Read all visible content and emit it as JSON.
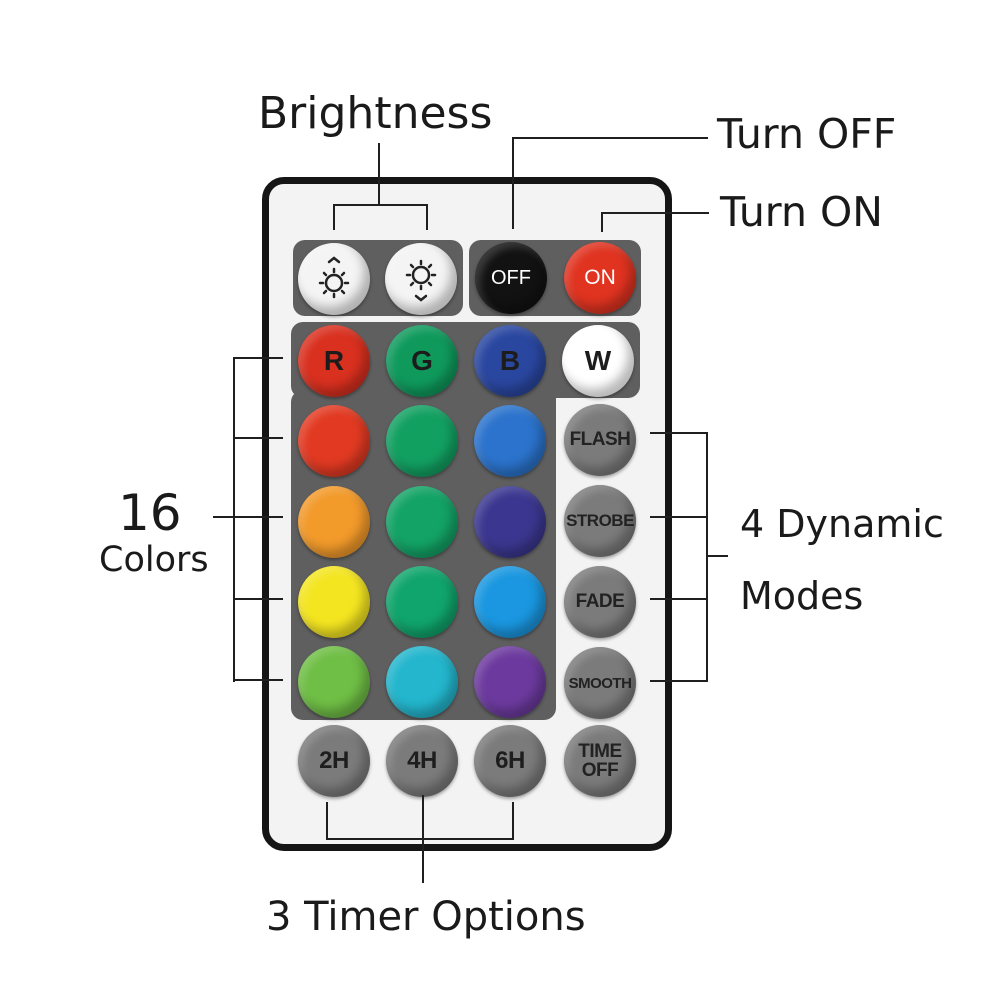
{
  "labels": {
    "brightness": "Brightness",
    "turn_off": "Turn OFF",
    "turn_on": "Turn ON",
    "colors_count": "16",
    "colors_word": "Colors",
    "dynamic_line1": "4 Dynamic",
    "dynamic_line2": "Modes",
    "timer_options": "3 Timer Options"
  },
  "remote": {
    "brightness_up_icon": "sun-up-icon",
    "brightness_down_icon": "sun-down-icon",
    "off": "OFF",
    "on": "ON",
    "rgbw": [
      {
        "label": "R",
        "color": "#d9301f"
      },
      {
        "label": "G",
        "color": "#0f9a5c"
      },
      {
        "label": "B",
        "color": "#2a47a0"
      },
      {
        "label": "W",
        "color": "#ffffff"
      }
    ],
    "color_rows": [
      [
        "#e23a22",
        "#12a061",
        "#2b73cc"
      ],
      [
        "#f29a2a",
        "#13a366",
        "#3b3790"
      ],
      [
        "#f4e521",
        "#10a56c",
        "#1a97e0"
      ],
      [
        "#6fbe45",
        "#23b6cd",
        "#6c3a9e"
      ]
    ],
    "modes": [
      "FLASH",
      "STROBE",
      "FADE",
      "SMOOTH"
    ],
    "timers": [
      "2H",
      "4H",
      "6H"
    ],
    "time_off_line1": "TIME",
    "time_off_line2": "OFF",
    "colors": {
      "off": "#121212",
      "on": "#e03320",
      "panel": "#5f5f5f",
      "gray_button": "#7b7b7b"
    }
  }
}
